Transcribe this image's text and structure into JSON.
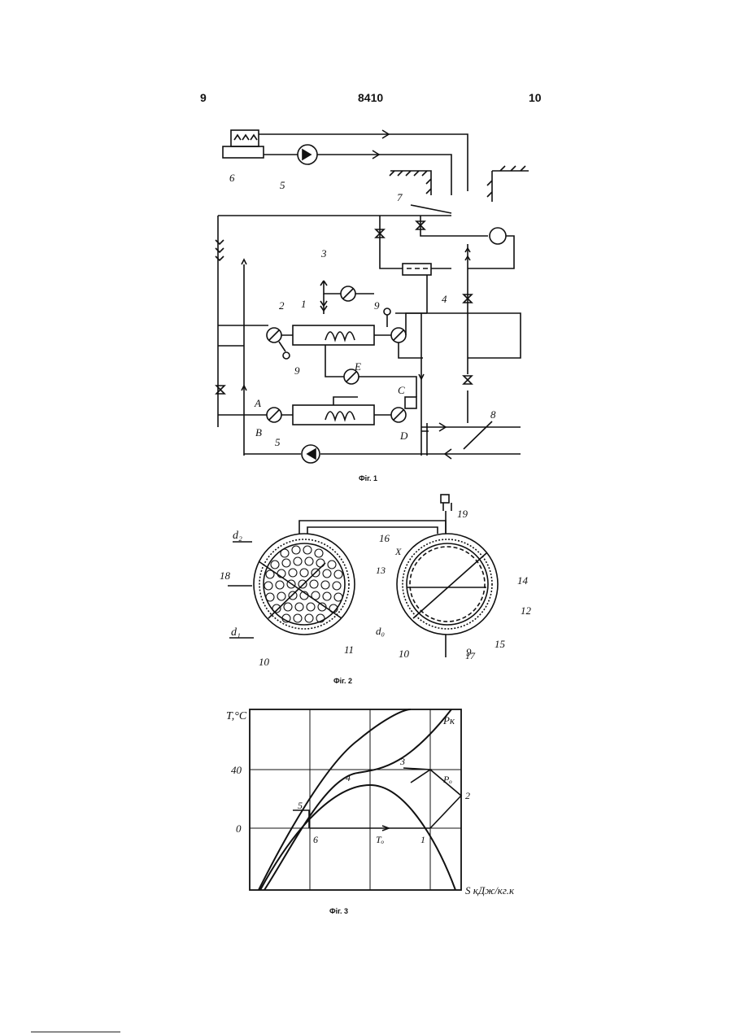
{
  "header": {
    "page_left": "9",
    "patent_number": "8410",
    "page_right": "10"
  },
  "fig1": {
    "caption": "Фіг. 1",
    "labels": [
      "6",
      "5",
      "7",
      "3",
      "1",
      "2",
      "9",
      "9",
      "4",
      "E",
      "C",
      "A",
      "B",
      "D",
      "8",
      "5"
    ]
  },
  "fig2": {
    "caption": "Фіг. 2",
    "labels": [
      "d₂",
      "18",
      "d₁",
      "10",
      "11",
      "16",
      "19",
      "X",
      "13",
      "14",
      "12",
      "d₀",
      "10",
      "9",
      "15",
      "17"
    ]
  },
  "fig3": {
    "caption": "Фіг. 3",
    "y_axis_label": "T,°C",
    "x_axis_label": "S кДж/кг.к",
    "y_ticks": [
      "40",
      "0"
    ],
    "curve_labels": [
      "Pк",
      "Pₒ",
      "Tₒ"
    ],
    "state_points": [
      "1",
      "2",
      "3",
      "4",
      "5",
      "6"
    ]
  }
}
